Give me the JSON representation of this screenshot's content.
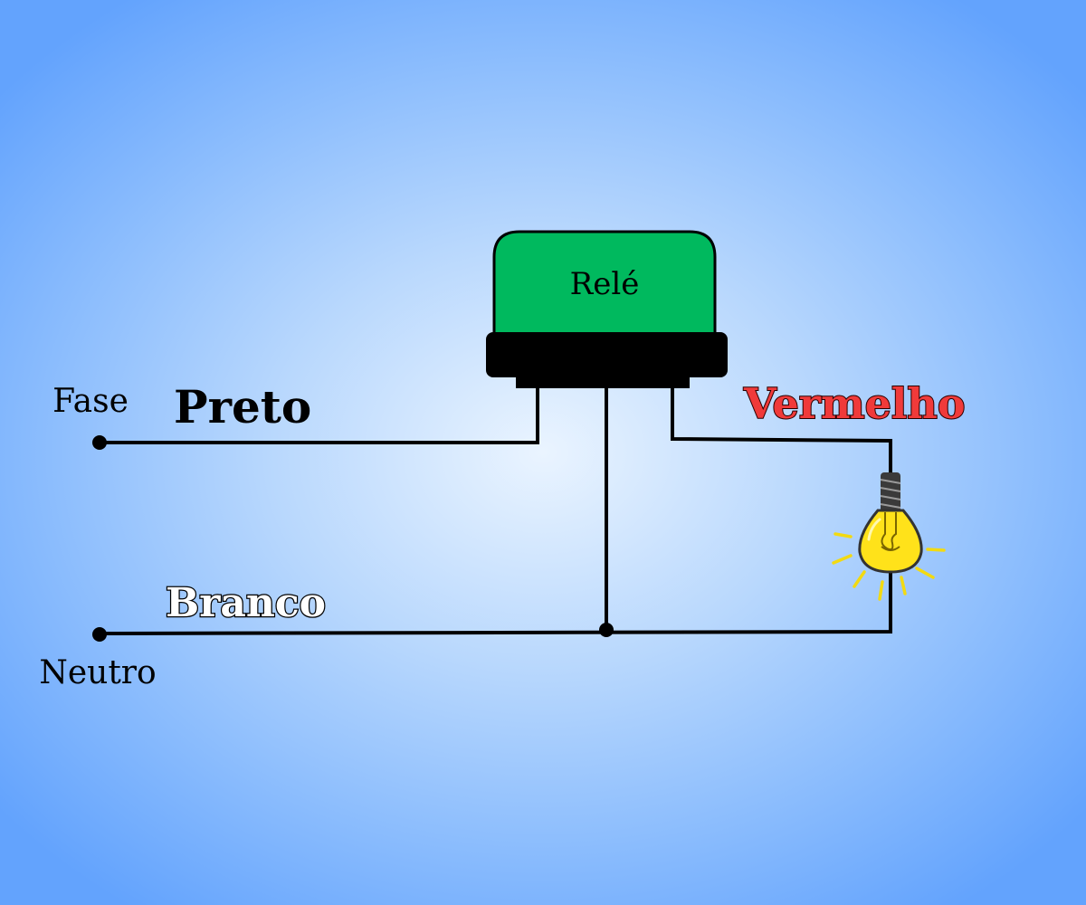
{
  "terminals": {
    "phase_label": "Fase",
    "neutral_label": "Neutro"
  },
  "relay": {
    "label": "Relé",
    "body_color": "#00b95e",
    "base_color": "#000000"
  },
  "wires": {
    "phase_wire_label": "Preto",
    "neutral_wire_label": "Branco",
    "load_wire_label": "Vermelho",
    "load_wire_color": "#f03a3a"
  },
  "load": {
    "icon": "light-bulb-icon",
    "bulb_color": "#ffe21a"
  }
}
